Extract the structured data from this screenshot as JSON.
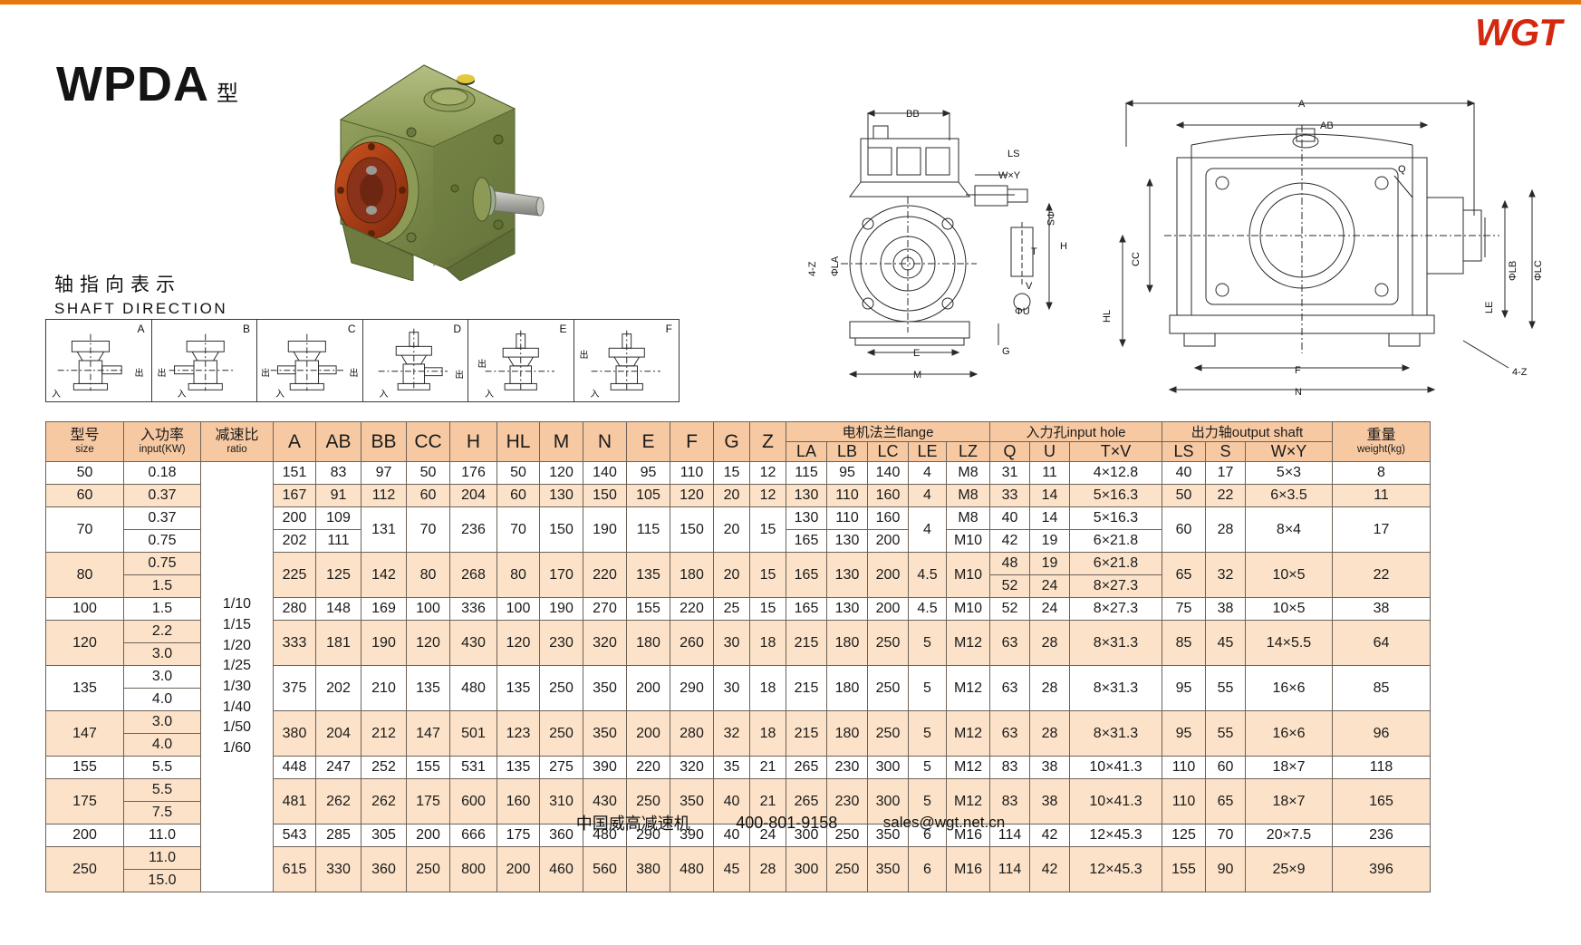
{
  "brand": {
    "logo": "WGT",
    "logo_color": "#d4280f",
    "rule_color": "#e8760f"
  },
  "title": {
    "main": "WPDA",
    "suffix": "型"
  },
  "shaft_direction": {
    "heading_cn": "轴指向表示",
    "heading_en": "SHAFT DIRECTION",
    "in_label": "入",
    "out_label": "出",
    "cells": [
      {
        "letter": "A"
      },
      {
        "letter": "B"
      },
      {
        "letter": "C"
      },
      {
        "letter": "D"
      },
      {
        "letter": "E"
      },
      {
        "letter": "F"
      }
    ]
  },
  "drawings": {
    "left_labels": [
      "BB",
      "LS",
      "W×Y",
      "ΦS",
      "H",
      "T",
      "V",
      "ΦLA",
      "ΦU",
      "4-Z",
      "E",
      "G",
      "M"
    ],
    "right_labels": [
      "A",
      "AB",
      "Q",
      "CC",
      "HL",
      "ΦLB",
      "ΦLC",
      "LE",
      "F",
      "N",
      "4-Z"
    ]
  },
  "table": {
    "headers": {
      "size_cn": "型号",
      "size_en": "size",
      "input_cn": "入功率",
      "input_en": "input(KW)",
      "ratio_cn": "减速比",
      "ratio_en": "ratio",
      "A": "A",
      "AB": "AB",
      "BB": "BB",
      "CC": "CC",
      "H": "H",
      "HL": "HL",
      "M": "M",
      "N": "N",
      "E": "E",
      "F": "F",
      "G": "G",
      "Z": "Z",
      "flange_group": "电机法兰flange",
      "LA": "LA",
      "LB": "LB",
      "LC": "LC",
      "LE": "LE",
      "LZ": "LZ",
      "inputhole_group": "入力孔input hole",
      "Q": "Q",
      "U": "U",
      "TV": "T×V",
      "output_group": "出力轴output shaft",
      "LS": "LS",
      "S": "S",
      "WY": "W×Y",
      "weight_cn": "重量",
      "weight_en": "weight(kg)"
    },
    "ratio_values": [
      "1/10",
      "1/15",
      "1/20",
      "1/25",
      "1/30",
      "1/40",
      "1/50",
      "1/60"
    ],
    "rows": [
      {
        "size": "50",
        "power": [
          "0.18"
        ],
        "A": [
          "151"
        ],
        "AB": [
          "83"
        ],
        "BB": "97",
        "CC": "50",
        "H": "176",
        "HL": "50",
        "M": "120",
        "N": "140",
        "E": "95",
        "F": "110",
        "G": "15",
        "Z": "12",
        "LA": [
          "115"
        ],
        "LB": [
          "95"
        ],
        "LC": [
          "140"
        ],
        "LE": "4",
        "LZ": [
          "M8"
        ],
        "Q": [
          "31"
        ],
        "U": [
          "11"
        ],
        "TV": [
          "4×12.8"
        ],
        "LS": "40",
        "S": "17",
        "WY": "5×3",
        "weight": "8"
      },
      {
        "size": "60",
        "power": [
          "0.37"
        ],
        "A": [
          "167"
        ],
        "AB": [
          "91"
        ],
        "BB": "112",
        "CC": "60",
        "H": "204",
        "HL": "60",
        "M": "130",
        "N": "150",
        "E": "105",
        "F": "120",
        "G": "20",
        "Z": "12",
        "LA": [
          "130"
        ],
        "LB": [
          "110"
        ],
        "LC": [
          "160"
        ],
        "LE": "4",
        "LZ": [
          "M8"
        ],
        "Q": [
          "33"
        ],
        "U": [
          "14"
        ],
        "TV": [
          "5×16.3"
        ],
        "LS": "50",
        "S": "22",
        "WY": "6×3.5",
        "weight": "11"
      },
      {
        "size": "70",
        "power": [
          "0.37",
          "0.75"
        ],
        "A": [
          "200",
          "202"
        ],
        "AB": [
          "109",
          "111"
        ],
        "BB": "131",
        "CC": "70",
        "H": "236",
        "HL": "70",
        "M": "150",
        "N": "190",
        "E": "115",
        "F": "150",
        "G": "20",
        "Z": "15",
        "LA": [
          "130",
          "165"
        ],
        "LB": [
          "110",
          "130"
        ],
        "LC": [
          "160",
          "200"
        ],
        "LE": "4",
        "LZ": [
          "M8",
          "M10"
        ],
        "Q": [
          "40",
          "42"
        ],
        "U": [
          "14",
          "19"
        ],
        "TV": [
          "5×16.3",
          "6×21.8"
        ],
        "LS": "60",
        "S": "28",
        "WY": "8×4",
        "weight": "17"
      },
      {
        "size": "80",
        "power": [
          "0.75",
          "1.5"
        ],
        "A": [
          "225"
        ],
        "AB": [
          "125"
        ],
        "BB": "142",
        "CC": "80",
        "H": "268",
        "HL": "80",
        "M": "170",
        "N": "220",
        "E": "135",
        "F": "180",
        "G": "20",
        "Z": "15",
        "LA": [
          "165"
        ],
        "LB": [
          "130"
        ],
        "LC": [
          "200"
        ],
        "LE": "4.5",
        "LZ": [
          "M10"
        ],
        "Q": [
          "48",
          "52"
        ],
        "U": [
          "19",
          "24"
        ],
        "TV": [
          "6×21.8",
          "8×27.3"
        ],
        "LS": "65",
        "S": "32",
        "WY": "10×5",
        "weight": "22"
      },
      {
        "size": "100",
        "power": [
          "1.5"
        ],
        "A": [
          "280"
        ],
        "AB": [
          "148"
        ],
        "BB": "169",
        "CC": "100",
        "H": "336",
        "HL": "100",
        "M": "190",
        "N": "270",
        "E": "155",
        "F": "220",
        "G": "25",
        "Z": "15",
        "LA": [
          "165"
        ],
        "LB": [
          "130"
        ],
        "LC": [
          "200"
        ],
        "LE": "4.5",
        "LZ": [
          "M10"
        ],
        "Q": [
          "52"
        ],
        "U": [
          "24"
        ],
        "TV": [
          "8×27.3"
        ],
        "LS": "75",
        "S": "38",
        "WY": "10×5",
        "weight": "38"
      },
      {
        "size": "120",
        "power": [
          "2.2",
          "3.0"
        ],
        "A": [
          "333"
        ],
        "AB": [
          "181"
        ],
        "BB": "190",
        "CC": "120",
        "H": "430",
        "HL": "120",
        "M": "230",
        "N": "320",
        "E": "180",
        "F": "260",
        "G": "30",
        "Z": "18",
        "LA": [
          "215"
        ],
        "LB": [
          "180"
        ],
        "LC": [
          "250"
        ],
        "LE": "5",
        "LZ": [
          "M12"
        ],
        "Q": [
          "63"
        ],
        "U": [
          "28"
        ],
        "TV": [
          "8×31.3"
        ],
        "LS": "85",
        "S": "45",
        "WY": "14×5.5",
        "weight": "64"
      },
      {
        "size": "135",
        "power": [
          "3.0",
          "4.0"
        ],
        "A": [
          "375"
        ],
        "AB": [
          "202"
        ],
        "BB": "210",
        "CC": "135",
        "H": "480",
        "HL": "135",
        "M": "250",
        "N": "350",
        "E": "200",
        "F": "290",
        "G": "30",
        "Z": "18",
        "LA": [
          "215"
        ],
        "LB": [
          "180"
        ],
        "LC": [
          "250"
        ],
        "LE": "5",
        "LZ": [
          "M12"
        ],
        "Q": [
          "63"
        ],
        "U": [
          "28"
        ],
        "TV": [
          "8×31.3"
        ],
        "LS": "95",
        "S": "55",
        "WY": "16×6",
        "weight": "85"
      },
      {
        "size": "147",
        "power": [
          "3.0",
          "4.0"
        ],
        "A": [
          "380"
        ],
        "AB": [
          "204"
        ],
        "BB": "212",
        "CC": "147",
        "H": "501",
        "HL": "123",
        "M": "250",
        "N": "350",
        "E": "200",
        "F": "280",
        "G": "32",
        "Z": "18",
        "LA": [
          "215"
        ],
        "LB": [
          "180"
        ],
        "LC": [
          "250"
        ],
        "LE": "5",
        "LZ": [
          "M12"
        ],
        "Q": [
          "63"
        ],
        "U": [
          "28"
        ],
        "TV": [
          "8×31.3"
        ],
        "LS": "95",
        "S": "55",
        "WY": "16×6",
        "weight": "96"
      },
      {
        "size": "155",
        "power": [
          "5.5"
        ],
        "A": [
          "448"
        ],
        "AB": [
          "247"
        ],
        "BB": "252",
        "CC": "155",
        "H": "531",
        "HL": "135",
        "M": "275",
        "N": "390",
        "E": "220",
        "F": "320",
        "G": "35",
        "Z": "21",
        "LA": [
          "265"
        ],
        "LB": [
          "230"
        ],
        "LC": [
          "300"
        ],
        "LE": "5",
        "LZ": [
          "M12"
        ],
        "Q": [
          "83"
        ],
        "U": [
          "38"
        ],
        "TV": [
          "10×41.3"
        ],
        "LS": "110",
        "S": "60",
        "WY": "18×7",
        "weight": "118"
      },
      {
        "size": "175",
        "power": [
          "5.5",
          "7.5"
        ],
        "A": [
          "481"
        ],
        "AB": [
          "262"
        ],
        "BB": "262",
        "CC": "175",
        "H": "600",
        "HL": "160",
        "M": "310",
        "N": "430",
        "E": "250",
        "F": "350",
        "G": "40",
        "Z": "21",
        "LA": [
          "265"
        ],
        "LB": [
          "230"
        ],
        "LC": [
          "300"
        ],
        "LE": "5",
        "LZ": [
          "M12"
        ],
        "Q": [
          "83"
        ],
        "U": [
          "38"
        ],
        "TV": [
          "10×41.3"
        ],
        "LS": "110",
        "S": "65",
        "WY": "18×7",
        "weight": "165"
      },
      {
        "size": "200",
        "power": [
          "11.0"
        ],
        "A": [
          "543"
        ],
        "AB": [
          "285"
        ],
        "BB": "305",
        "CC": "200",
        "H": "666",
        "HL": "175",
        "M": "360",
        "N": "480",
        "E": "290",
        "F": "390",
        "G": "40",
        "Z": "24",
        "LA": [
          "300"
        ],
        "LB": [
          "250"
        ],
        "LC": [
          "350"
        ],
        "LE": "6",
        "LZ": [
          "M16"
        ],
        "Q": [
          "114"
        ],
        "U": [
          "42"
        ],
        "TV": [
          "12×45.3"
        ],
        "LS": "125",
        "S": "70",
        "WY": "20×7.5",
        "weight": "236"
      },
      {
        "size": "250",
        "power": [
          "11.0",
          "15.0"
        ],
        "A": [
          "615"
        ],
        "AB": [
          "330"
        ],
        "BB": "360",
        "CC": "250",
        "H": "800",
        "HL": "200",
        "M": "460",
        "N": "560",
        "E": "380",
        "F": "480",
        "G": "45",
        "Z": "28",
        "LA": [
          "300"
        ],
        "LB": [
          "250"
        ],
        "LC": [
          "350"
        ],
        "LE": "6",
        "LZ": [
          "M16"
        ],
        "Q": [
          "114"
        ],
        "U": [
          "42"
        ],
        "TV": [
          "12×45.3"
        ],
        "LS": "155",
        "S": "90",
        "WY": "25×9",
        "weight": "396"
      }
    ]
  },
  "footer": {
    "company": "中国威高减速机",
    "phone": "400-801-9158",
    "email": "sales@wgt.net.cn"
  }
}
